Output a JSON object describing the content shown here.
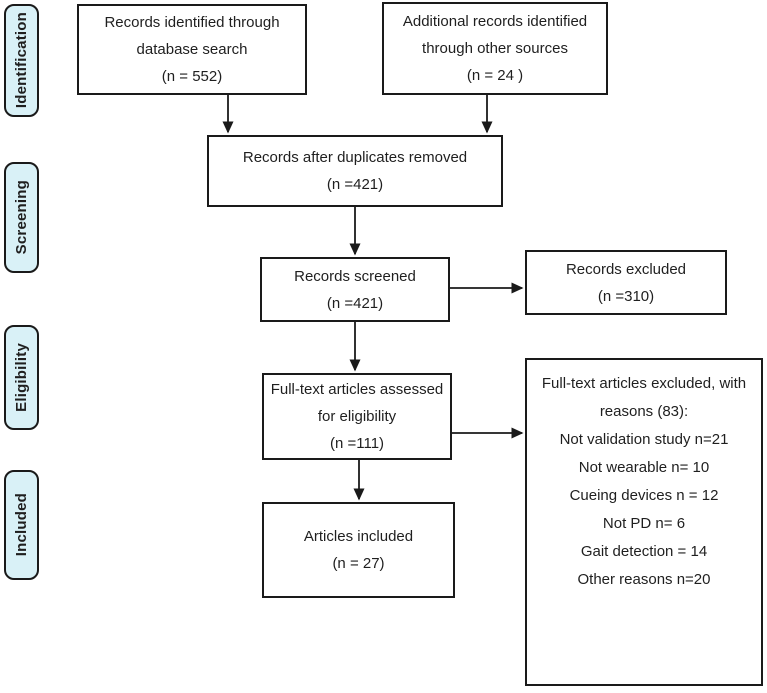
{
  "diagram": {
    "type": "prisma-flow",
    "colors": {
      "stage_fill": "#d9f1f7",
      "border": "#1a1a1a",
      "node_fill": "#ffffff"
    },
    "stages": [
      {
        "id": "identification",
        "label": "Identification"
      },
      {
        "id": "screening",
        "label": "Screening"
      },
      {
        "id": "eligibility",
        "label": "Eligibility"
      },
      {
        "id": "included",
        "label": "Included"
      }
    ],
    "nodes": {
      "database_search": {
        "lines": [
          "Records identified through",
          "database search",
          "(n = 552)"
        ]
      },
      "other_sources": {
        "lines": [
          "Additional records identified",
          "through other sources",
          "(n = 24 )"
        ]
      },
      "duplicates_removed": {
        "lines": [
          "Records after duplicates removed",
          "(n =421)"
        ]
      },
      "records_screened": {
        "lines": [
          "Records screened",
          "(n =421)"
        ]
      },
      "records_excluded": {
        "lines": [
          "Records excluded",
          "(n =310)"
        ]
      },
      "fulltext_assessed": {
        "lines": [
          "Full-text articles assessed",
          "for eligibility",
          "(n =111)"
        ]
      },
      "fulltext_excluded": {
        "header": [
          "Full-text articles excluded, with",
          "reasons (83):"
        ],
        "reasons": [
          "Not validation study n=21",
          "Not wearable n= 10",
          "Cueing devices n = 12",
          "Not PD n= 6",
          "Gait detection = 14",
          "Other reasons n=20"
        ]
      },
      "articles_included": {
        "lines": [
          "Articles included",
          "(n = 27)"
        ]
      }
    }
  }
}
